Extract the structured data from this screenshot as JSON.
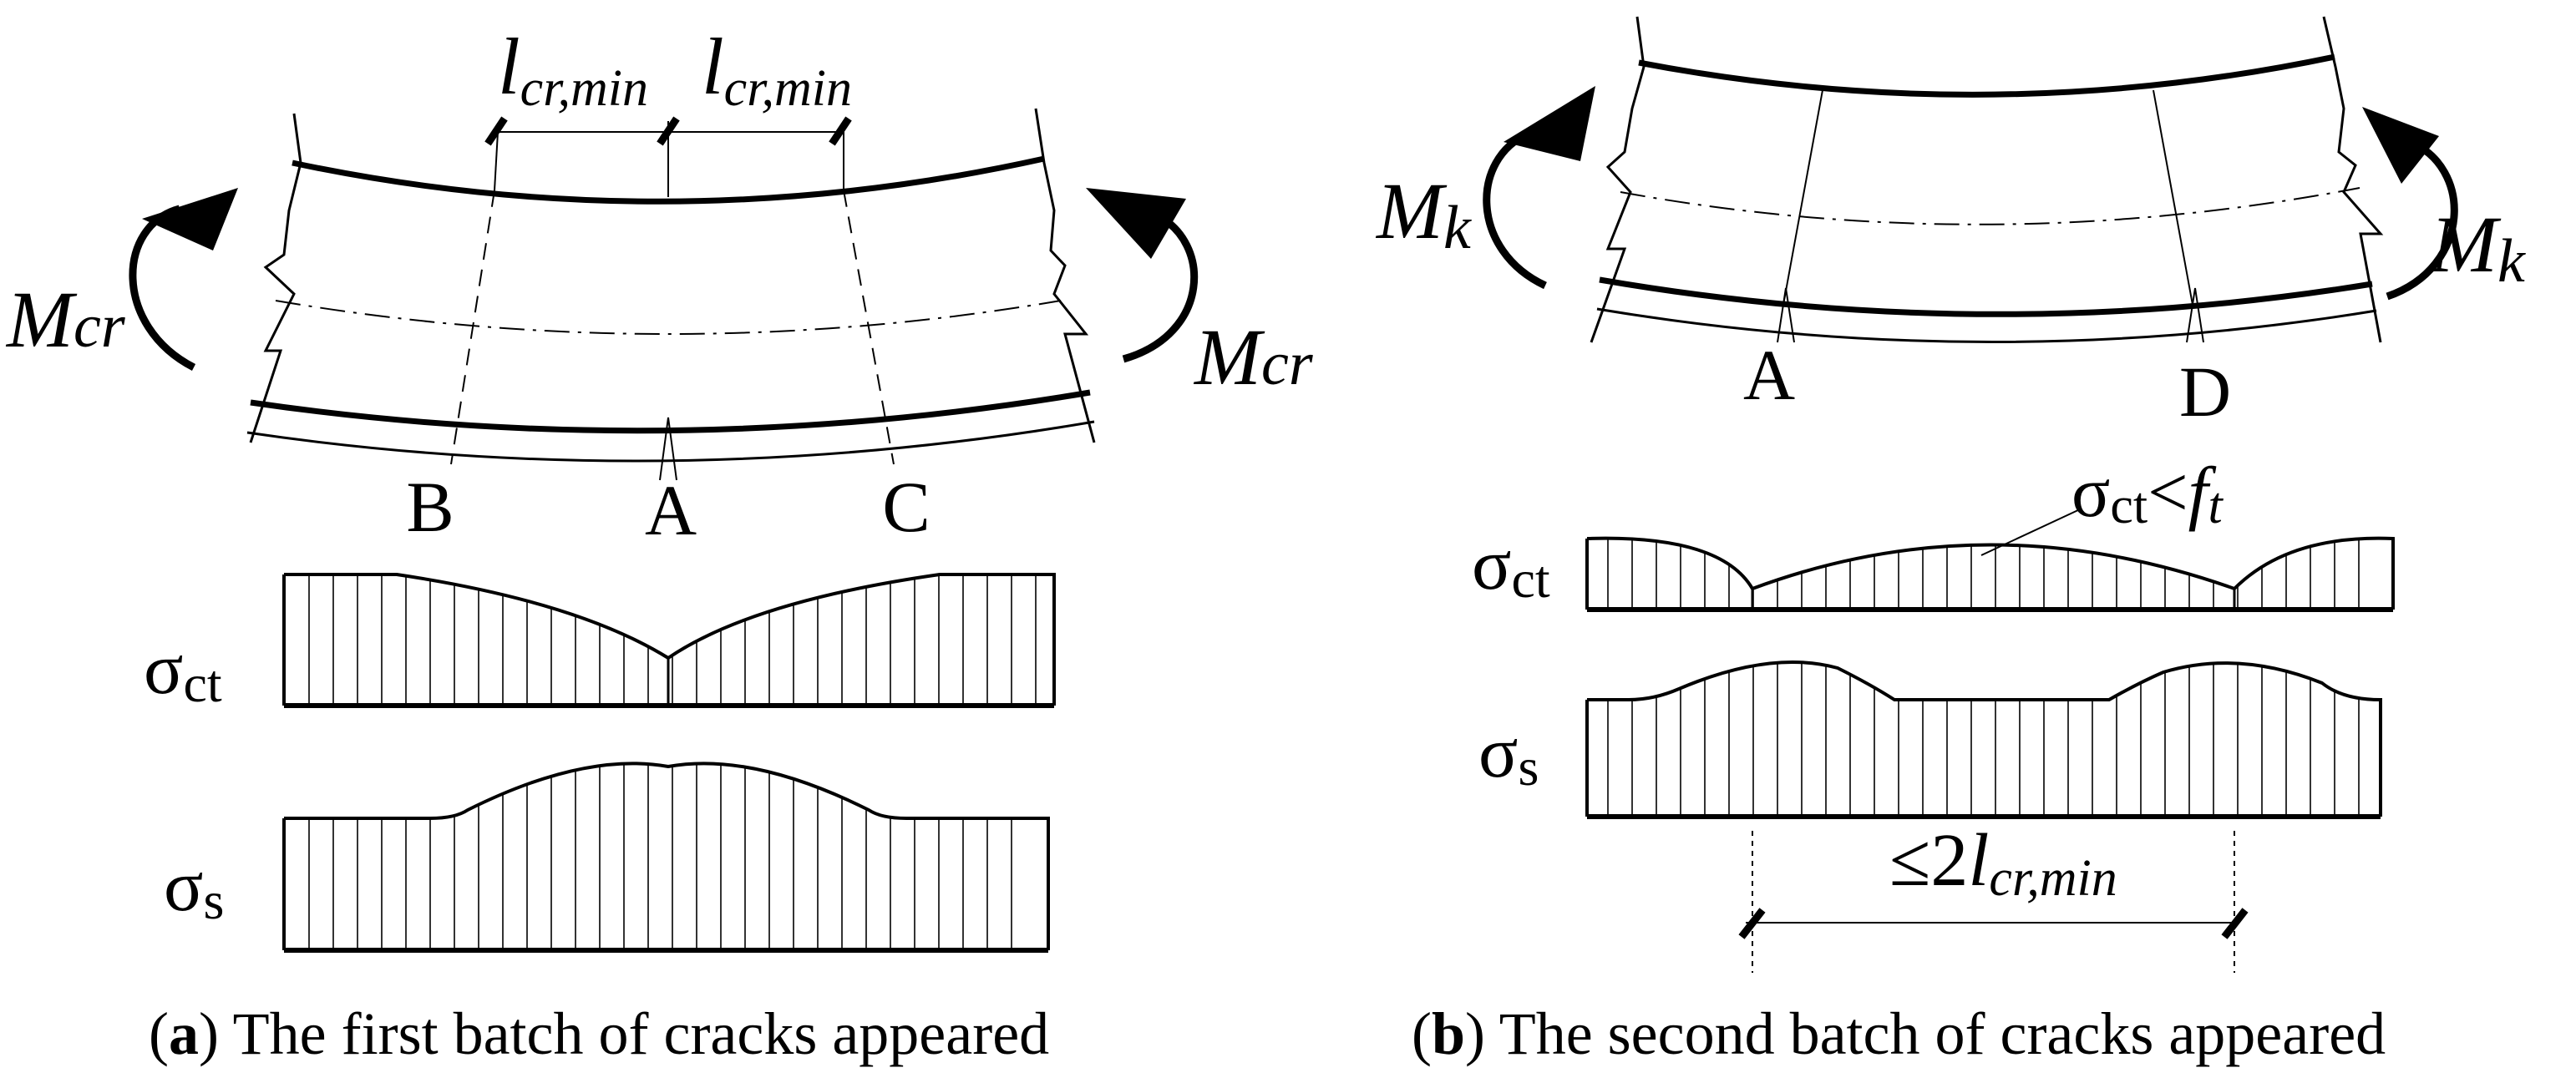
{
  "panel_a": {
    "moment_label": "M",
    "moment_sub": "cr",
    "spacing_label": "l",
    "spacing_sub": "cr,min",
    "crack_labels": [
      "B",
      "A",
      "C"
    ],
    "sigma_ct": "σ",
    "sigma_ct_sub": "ct",
    "sigma_s": "σ",
    "sigma_s_sub": "s",
    "caption_letter": "a",
    "caption_text": "The first batch of cracks appeared"
  },
  "panel_b": {
    "moment_label": "M",
    "moment_sub": "k",
    "crack_labels": [
      "A",
      "D"
    ],
    "sigma_ct": "σ",
    "sigma_ct_sub": "ct",
    "sigma_s": "σ",
    "sigma_s_sub": "s",
    "annotation_sigma": "σ",
    "annotation_sub": "ct",
    "annotation_op": "<",
    "annotation_f": "f",
    "annotation_fsub": "t",
    "dimension_prefix": "≤2",
    "dimension_l": "l",
    "dimension_sub": "cr,min",
    "caption_letter": "b",
    "caption_text": "The second batch of cracks appeared"
  }
}
